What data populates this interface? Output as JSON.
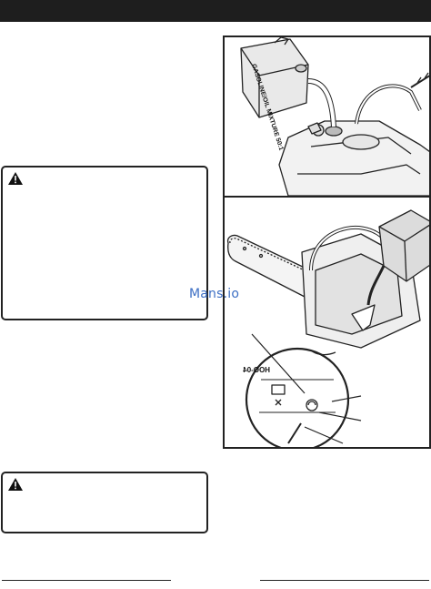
{
  "figures": {
    "fuel_can_label": "GASOLINE/OIL MIXTURE 50:1",
    "gauge_label": "HOO-04"
  },
  "watermark": {
    "text": "Mans.io"
  }
}
